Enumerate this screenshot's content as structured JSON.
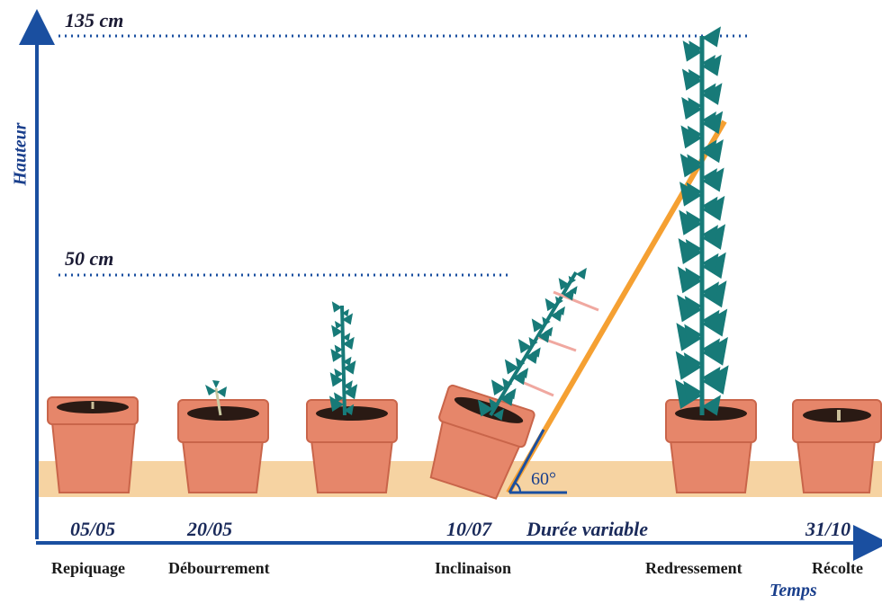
{
  "axes": {
    "y_label": "Hauteur",
    "x_label": "Temps"
  },
  "levels": [
    {
      "label": "135 cm"
    },
    {
      "label": "50 cm"
    }
  ],
  "dates": [
    "05/05",
    "20/05",
    "10/07",
    "Durée variable",
    "31/10"
  ],
  "stages": [
    "Repiquage",
    "Débourrement",
    "Inclinaison",
    "Redressement",
    "Récolte"
  ],
  "angle_label": "60°",
  "colors": {
    "axis": "#1a4fa0",
    "pot": "#e6866a",
    "pot_dark": "#c9654a",
    "soil": "#2a1a14",
    "leaf": "#177a78",
    "ground": "#f6d3a2",
    "stake": "#f5a032",
    "tie": "#f0a8a0"
  }
}
